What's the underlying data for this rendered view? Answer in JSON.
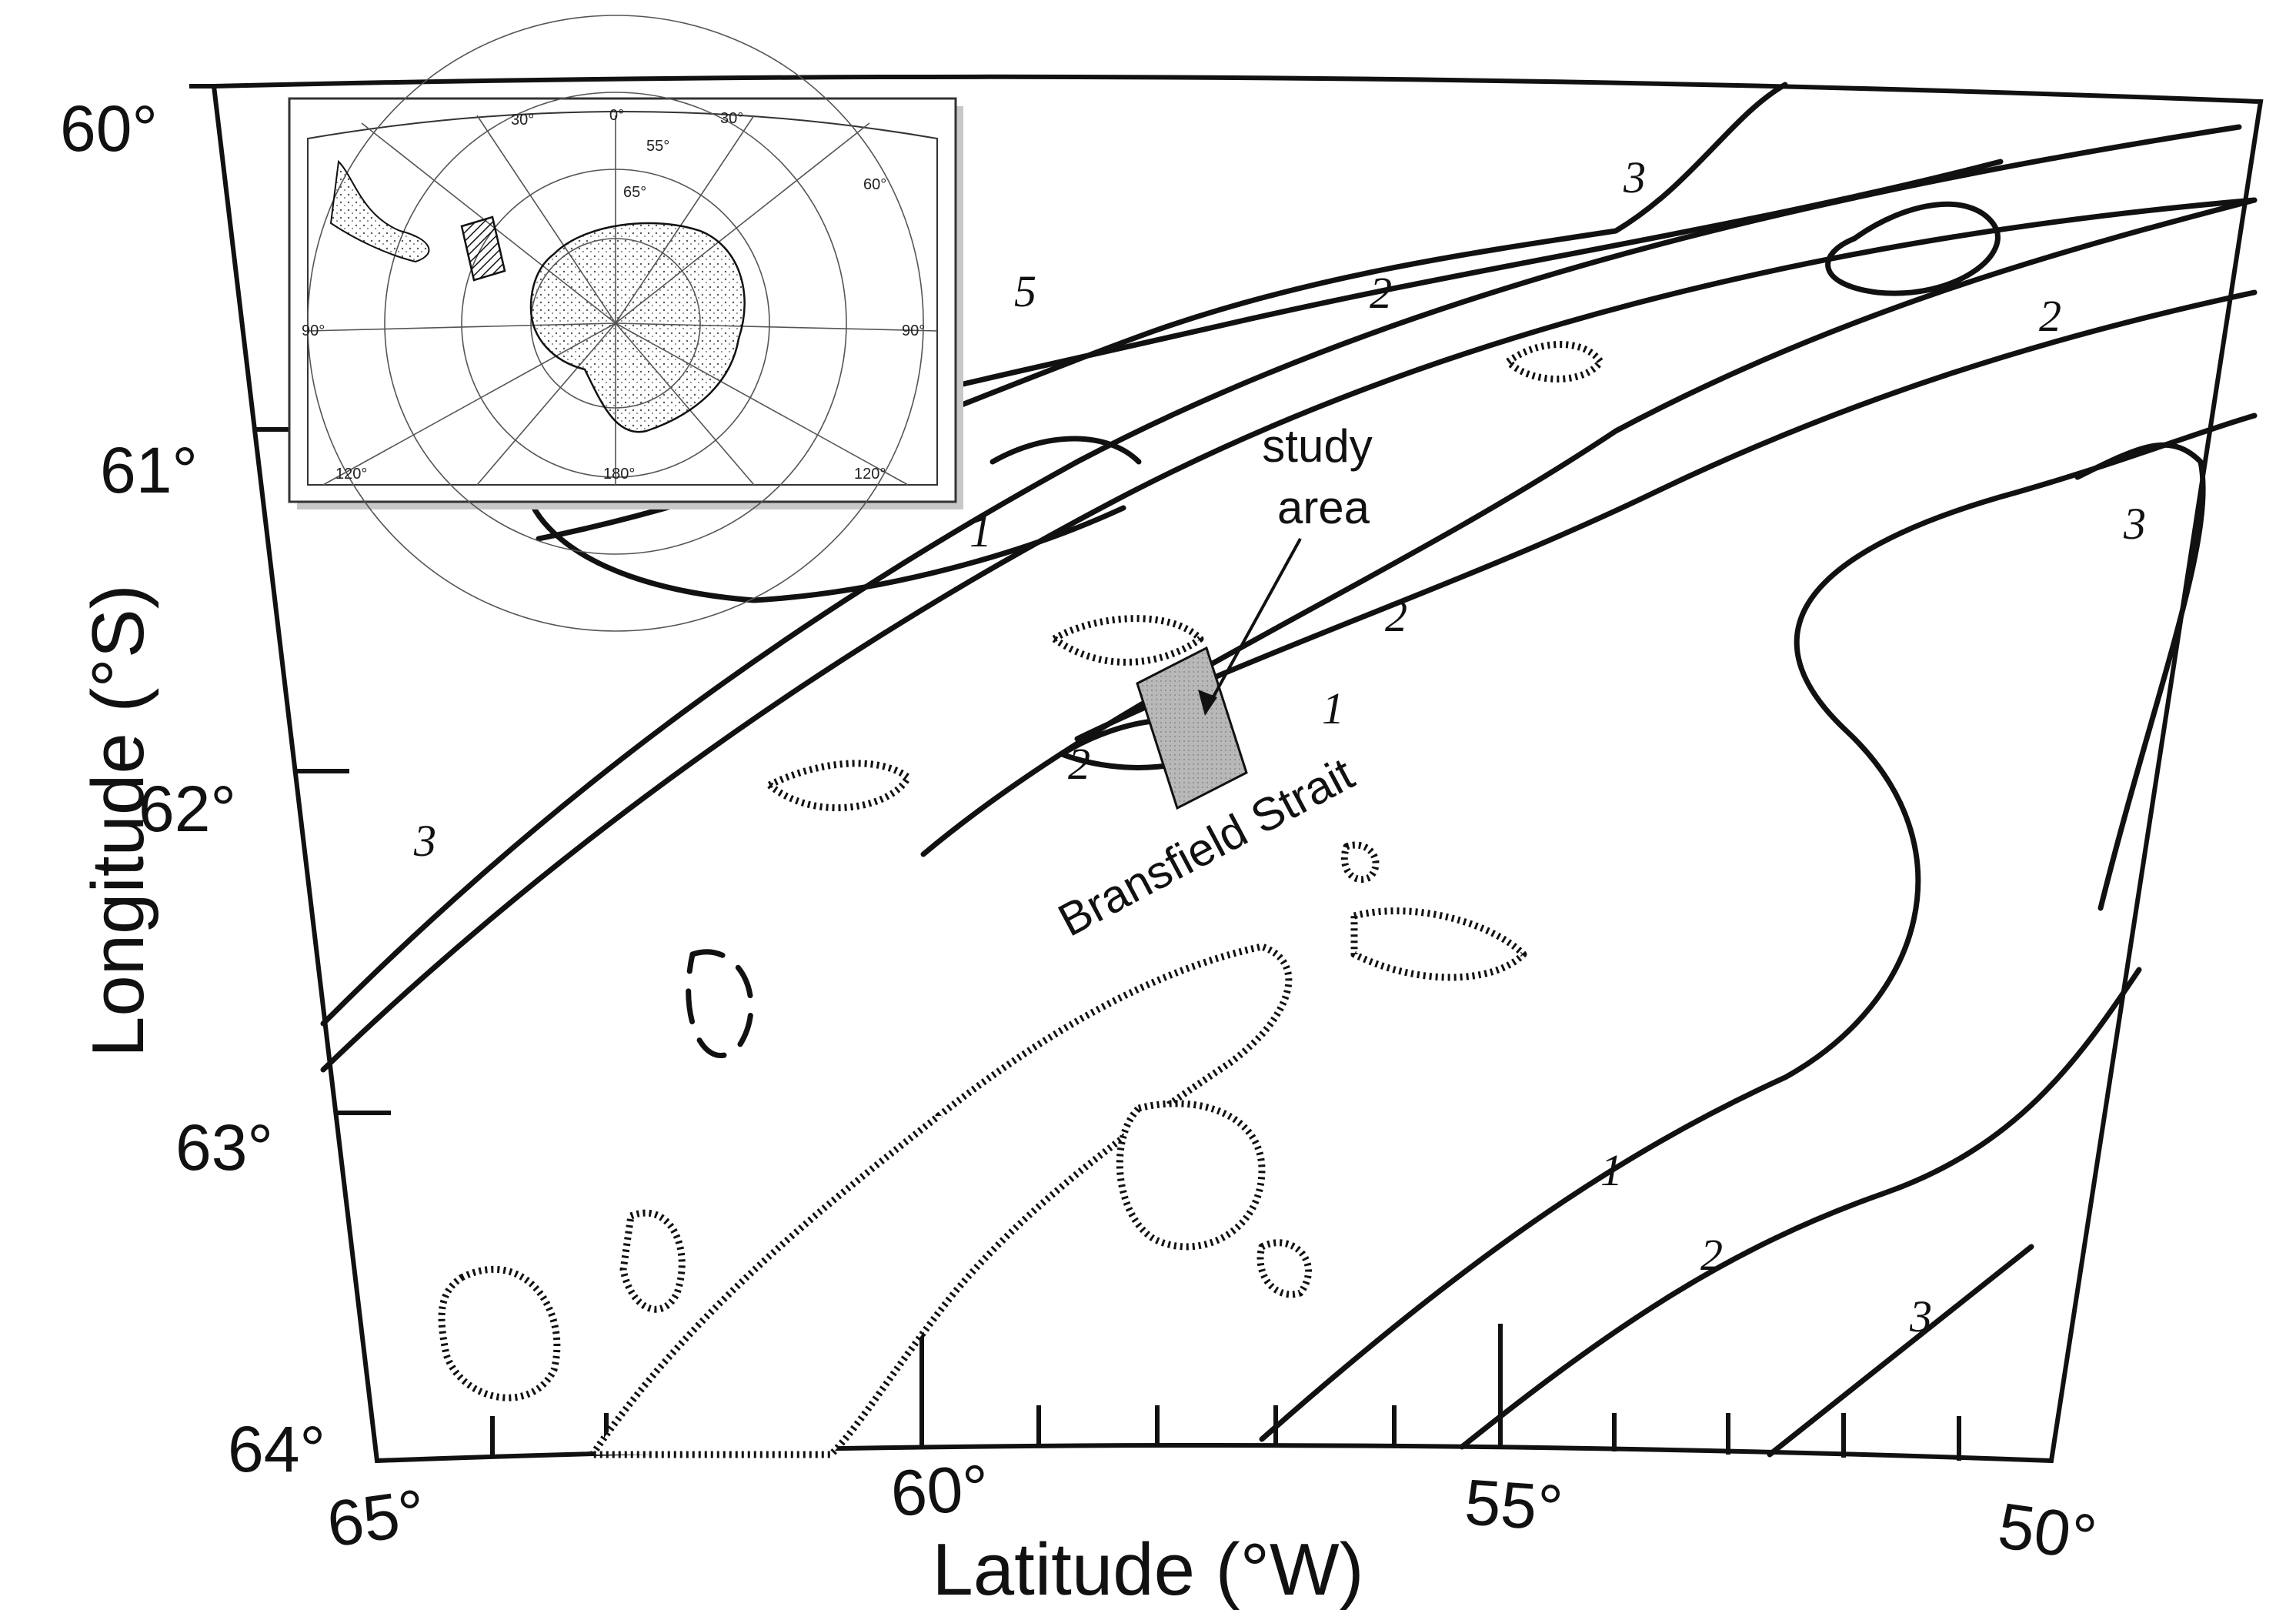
{
  "axes": {
    "y_title": "Longitude (°S)",
    "x_title": "Latitude (°W)",
    "y_ticks": [
      "60°",
      "61°",
      "62°",
      "63°",
      "64°"
    ],
    "x_ticks": [
      "65°",
      "60°",
      "55°",
      "50°"
    ]
  },
  "contours": {
    "labels": [
      "3",
      "5",
      "2",
      "1",
      "3",
      "2",
      "2",
      "1",
      "2",
      "3",
      "1",
      "2",
      "3"
    ]
  },
  "annotations": {
    "study_area": [
      "study",
      "area"
    ],
    "strait": "Bransfield Strait"
  },
  "inset": {
    "top_ticks": [
      "30°",
      "0°",
      "30°"
    ],
    "lat_labels": [
      "55°",
      "65°"
    ],
    "right_ticks": [
      "60°"
    ],
    "side_ticks": [
      "90°",
      "90°"
    ],
    "bottom_ticks": [
      "120°",
      "180°",
      "120°"
    ]
  },
  "colors": {
    "ink": "#111111",
    "study_area_fill": "#b8b8b8"
  }
}
